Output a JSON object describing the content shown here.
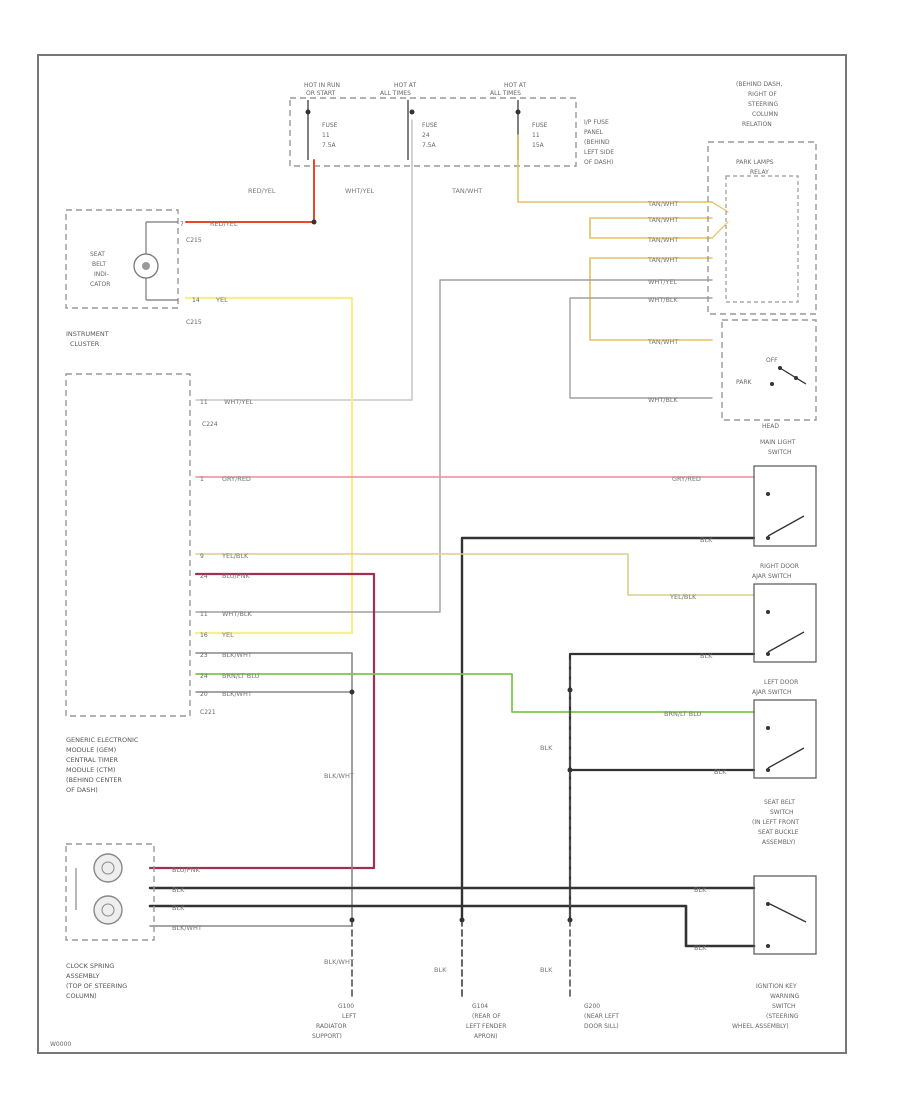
{
  "colors": {
    "red_yel": "#e8472a",
    "yellow": "#f5f08a",
    "tan_wht": "#e5c060",
    "wht_yel": "#bbbbbb",
    "wht_blk": "#9a9a9a",
    "gry_red": "#f08a9a",
    "yel_blk": "#d7d08a",
    "blu_pnk": "#a03050",
    "brn_lt_blu": "#7cc84a",
    "blk": "#333333",
    "blu_wht": "#888888",
    "frame": "#777777",
    "text": "#555555"
  },
  "fuse_labels": {
    "hot1": [
      "HOT IN RUN",
      "OR START"
    ],
    "hot2": [
      "HOT AT",
      "ALL TIMES"
    ],
    "hot3": [
      "HOT AT",
      "ALL TIMES"
    ],
    "fuse1": [
      "FUSE",
      "11",
      "7.5A"
    ],
    "fuse2": [
      "FUSE",
      "24",
      "7.5A"
    ],
    "fuse3": [
      "FUSE",
      "11",
      "15A"
    ],
    "panel": [
      "I/P FUSE",
      "PANEL",
      "(BEHIND",
      "LEFT SIDE",
      "OF DASH)"
    ]
  },
  "components": {
    "behind_dash": [
      "(BEHIND DASH,",
      "RIGHT OF",
      "STEERING",
      "COLUMN",
      "RELATION"
    ],
    "park_relay": [
      "PARK LAMPS",
      "RELAY"
    ],
    "seat_belt_ind": [
      "SEAT",
      "BELT",
      "INDI-",
      "CATOR"
    ],
    "instrument_cluster": [
      "INSTRUMENT",
      "CLUSTER"
    ],
    "gem": [
      "GENERIC ELECTRONIC",
      "MODULE (GEM)",
      "CENTRAL TIMER",
      "MODULE (CTM)",
      "(BEHIND CENTER",
      "OF DASH)"
    ],
    "clock_spring": [
      "CLOCK SPRING",
      "ASSEMBLY",
      "(TOP OF STEERING",
      "COLUMN)"
    ],
    "main_light_switch": [
      "MAIN LIGHT",
      "SWITCH"
    ],
    "right_door": [
      "RIGHT DOOR",
      "AJAR SWITCH"
    ],
    "left_door": [
      "LEFT DOOR",
      "AJAR SWITCH"
    ],
    "seat_belt_switch": [
      "SEAT BELT",
      "SWITCH",
      "(IN LEFT FRONT",
      "SEAT BUCKLE",
      "ASSEMBLY)"
    ],
    "ignition_key": [
      "IGNITION KEY",
      "WARNING",
      "SWITCH",
      "(STEERING",
      "WHEEL ASSEMBLY)"
    ],
    "g100": [
      "G100",
      "LEFT",
      "RADIATOR",
      "SUPPORT)"
    ],
    "g104": [
      "G104",
      "(REAR OF",
      "LEFT FENDER",
      "APRON)"
    ],
    "g200": [
      "G200",
      "(NEAR LEFT",
      "DOOR SILL)"
    ],
    "headlamp_positions": [
      "OFF",
      "PARK",
      "HEAD"
    ]
  },
  "connectors": {
    "c215a": "C215",
    "c215b": "C215",
    "c224": "C224",
    "c221": "C221"
  },
  "wire_labels": {
    "red_yel_top": "RED/YEL",
    "wht_yel_top": "WHT/YEL",
    "tan_wht_top": "TAN/WHT",
    "red_yel_c215": "RED/YEL",
    "yel_c215": "YEL",
    "wht_yel_c224": "WHT/YEL",
    "gry_red_gem": "GRY/RED",
    "gry_red_sw": "GRY/RED",
    "blk_main": "BLK",
    "yel_blk_gem": "YEL/BLK",
    "yel_blk_sw": "YEL/BLK",
    "blu_pnk": "BLU/PNK",
    "wht_blk_gem": "WHT/BLK",
    "yel_gem": "YEL",
    "blk_wht_gem": "BLK/WHT",
    "brn_ltblu_gem": "BRN/LT BLU",
    "brn_ltblu_sw": "BRN/LT BLU",
    "blk_wht_gem2": "BLK/WHT",
    "blk_rd": "BLK",
    "blk_ld": "BLK",
    "blk_ld2": "BLK",
    "blk_wht_mid": "BLK/WHT",
    "blk_g200": "BLK",
    "cs_blu_pnk": "BLU/PNK",
    "cs_blk1": "BLK",
    "cs_blk2": "BLK",
    "cs_blk_wht": "BLK/WHT",
    "sb_blk": "BLK",
    "ign_blk": "BLK",
    "g100_blk_wht": "BLK/WHT",
    "g104_blk": "BLK",
    "g200_blk": "BLK",
    "tan_wht_1": "TAN/WHT",
    "tan_wht_2": "TAN/WHT",
    "tan_wht_3": "TAN/WHT",
    "tan_wht_4": "TAN/WHT",
    "wht_yel_r": "WHT/YEL",
    "wht_blk_r": "WHT/BLK",
    "tan_wht_5": "TAN/WHT",
    "wht_blk_r2": "WHT/BLK"
  },
  "pins": {
    "c215_p1": "7",
    "c215_p2": "14",
    "gem_p1": "11",
    "gem_p2": "1",
    "gem_p3": "9",
    "gem_p4": "24",
    "gem_p5": "11",
    "gem_p6": "16",
    "gem_p7": "23",
    "gem_p8": "24",
    "gem_p9": "20"
  },
  "footer_code": "W0000"
}
